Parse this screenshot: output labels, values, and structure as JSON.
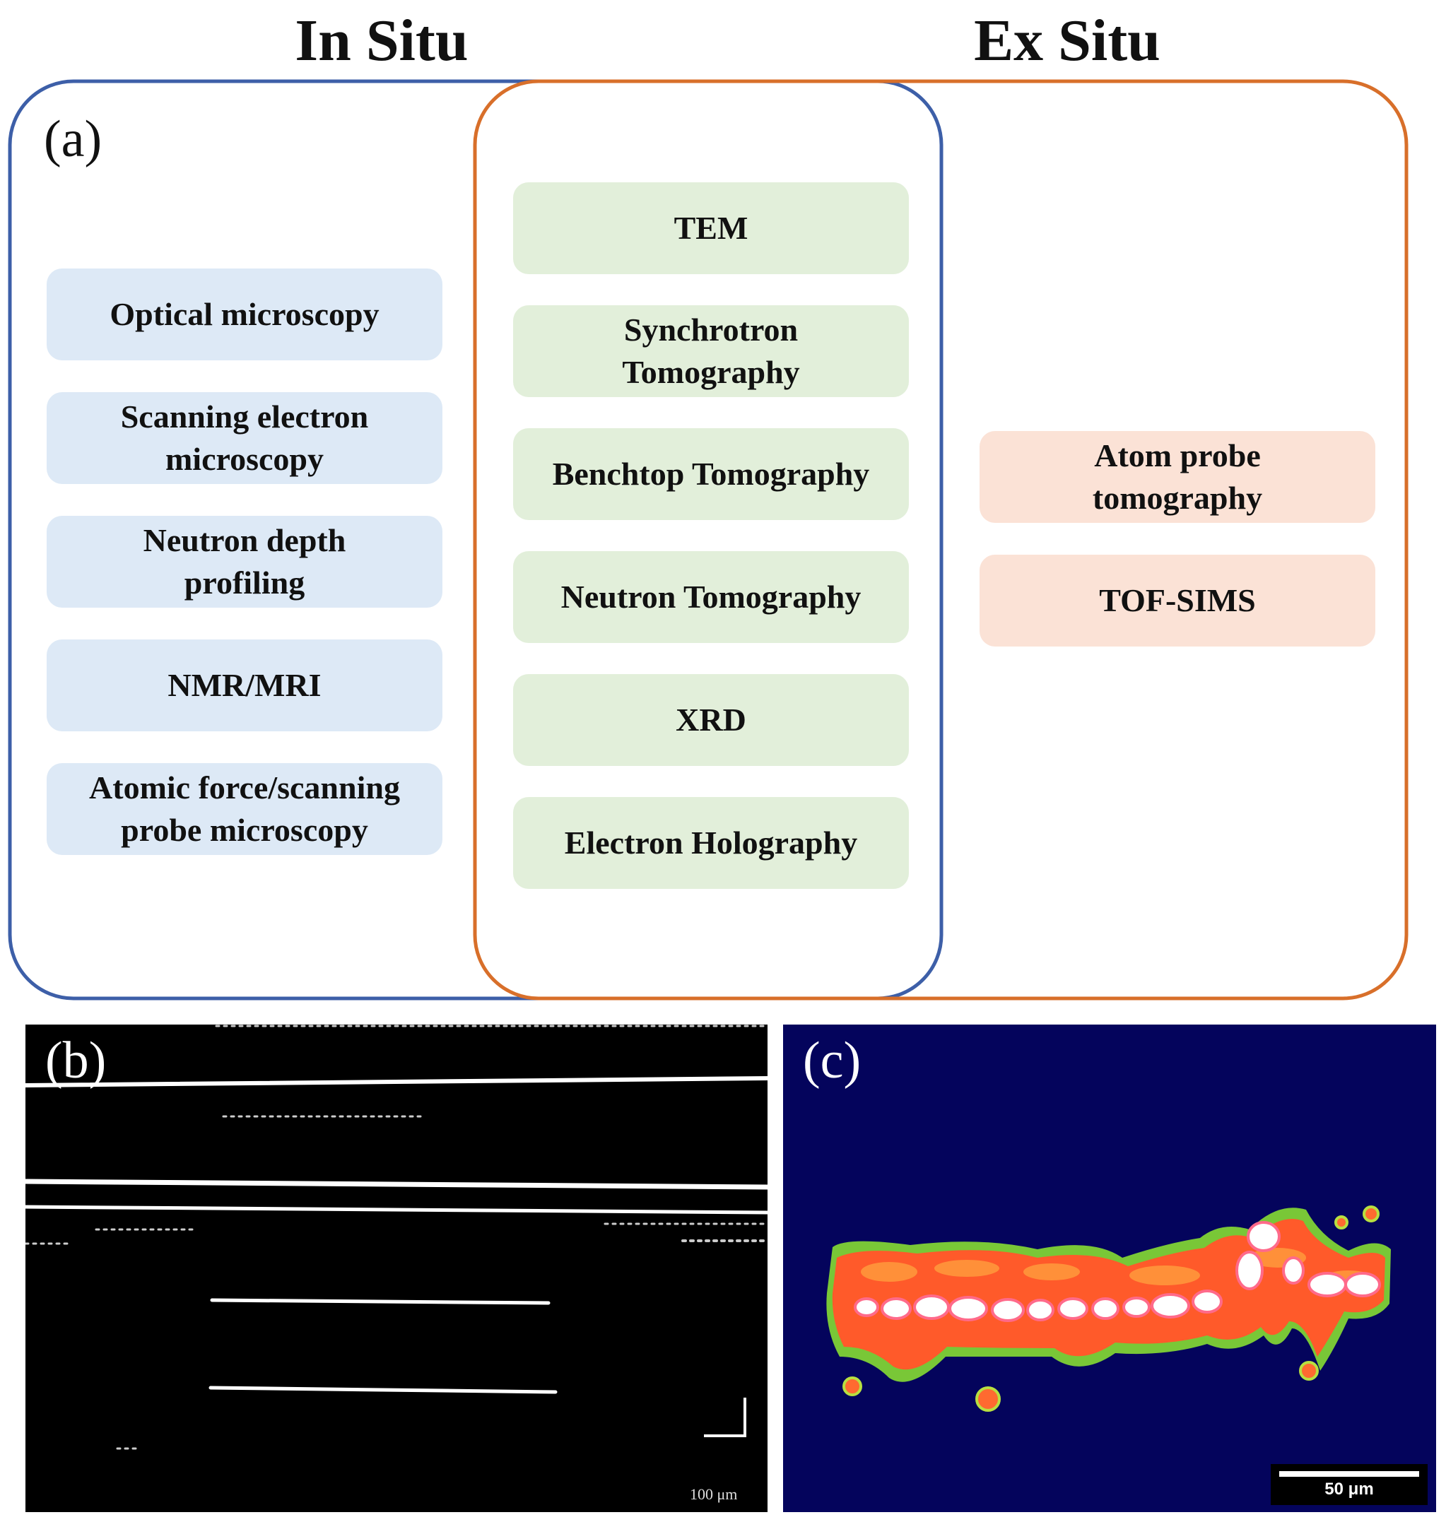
{
  "headings": {
    "in_situ": "In Situ",
    "ex_situ": "Ex Situ"
  },
  "colors": {
    "in_situ_outline": "#3d5fa8",
    "ex_situ_outline": "#d86f2a",
    "in_situ_fill": "#dde9f6",
    "overlap_fill": "#e2efda",
    "ex_situ_fill": "#fbe2d6",
    "panel_c_background": "#04045c"
  },
  "panel_labels": {
    "a": "(a)",
    "b": "(b)",
    "c": "(c)"
  },
  "in_situ_only": [
    {
      "lines": [
        "Optical microscopy"
      ]
    },
    {
      "lines": [
        "Scanning electron",
        "microscopy"
      ]
    },
    {
      "lines": [
        "Neutron depth",
        "profiling"
      ]
    },
    {
      "lines": [
        "NMR/MRI"
      ]
    },
    {
      "lines": [
        "Atomic force/scanning",
        "probe microscopy"
      ]
    }
  ],
  "both": [
    {
      "lines": [
        "TEM"
      ]
    },
    {
      "lines": [
        "Synchrotron",
        "Tomography"
      ]
    },
    {
      "lines": [
        "Benchtop Tomography"
      ]
    },
    {
      "lines": [
        "Neutron Tomography"
      ]
    },
    {
      "lines": [
        "XRD"
      ]
    },
    {
      "lines": [
        "Electron Holography"
      ]
    }
  ],
  "ex_situ_only": [
    {
      "lines": [
        "Atom probe",
        "tomography"
      ]
    },
    {
      "lines": [
        "TOF-SIMS"
      ]
    }
  ],
  "panel_b": {
    "scale_bar": "100 μm"
  },
  "panel_c": {
    "scale_bar": "50 μm"
  }
}
